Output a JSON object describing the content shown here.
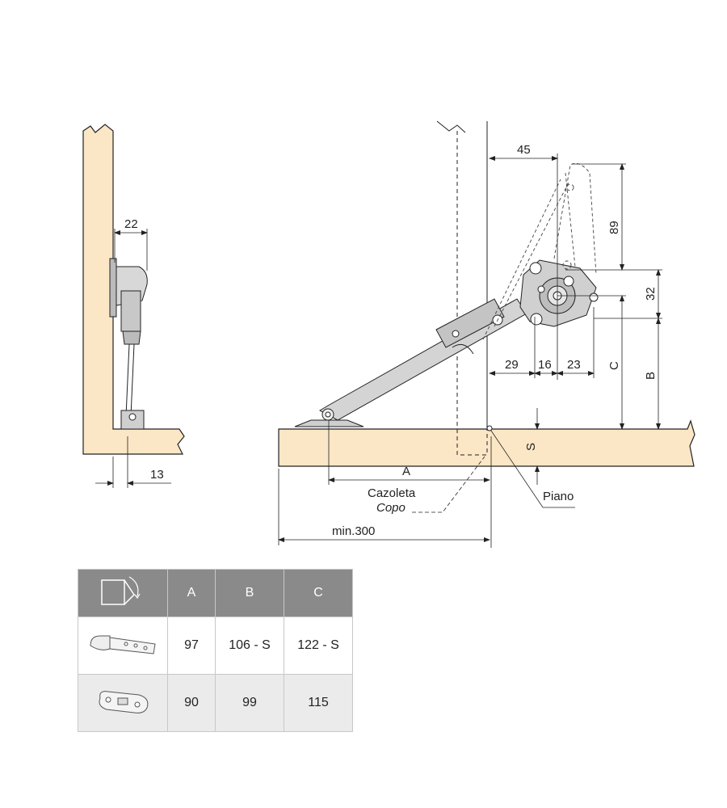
{
  "labels": {
    "side": {
      "d22": "22",
      "d13": "13"
    },
    "main": {
      "d45": "45",
      "d89": "89",
      "d32": "32",
      "d29": "29",
      "d16": "16",
      "d23": "23",
      "C": "C",
      "B": "B",
      "S": "S",
      "A": "A",
      "cazoleta": "Cazoleta",
      "copo": "Copo",
      "piano": "Piano",
      "min300": "min.300"
    }
  },
  "table": {
    "headers": [
      "A",
      "B",
      "C"
    ],
    "rows": [
      {
        "icon": "cup-hinge-icon",
        "values": [
          "97",
          "106 - S",
          "122 - S"
        ]
      },
      {
        "icon": "mounting-plate-icon",
        "values": [
          "90",
          "99",
          "115"
        ]
      }
    ]
  },
  "colors": {
    "wood": "#fbe6c6",
    "header": "#8a8a8a",
    "alt_row": "#ebebeb",
    "line": "#222222"
  }
}
